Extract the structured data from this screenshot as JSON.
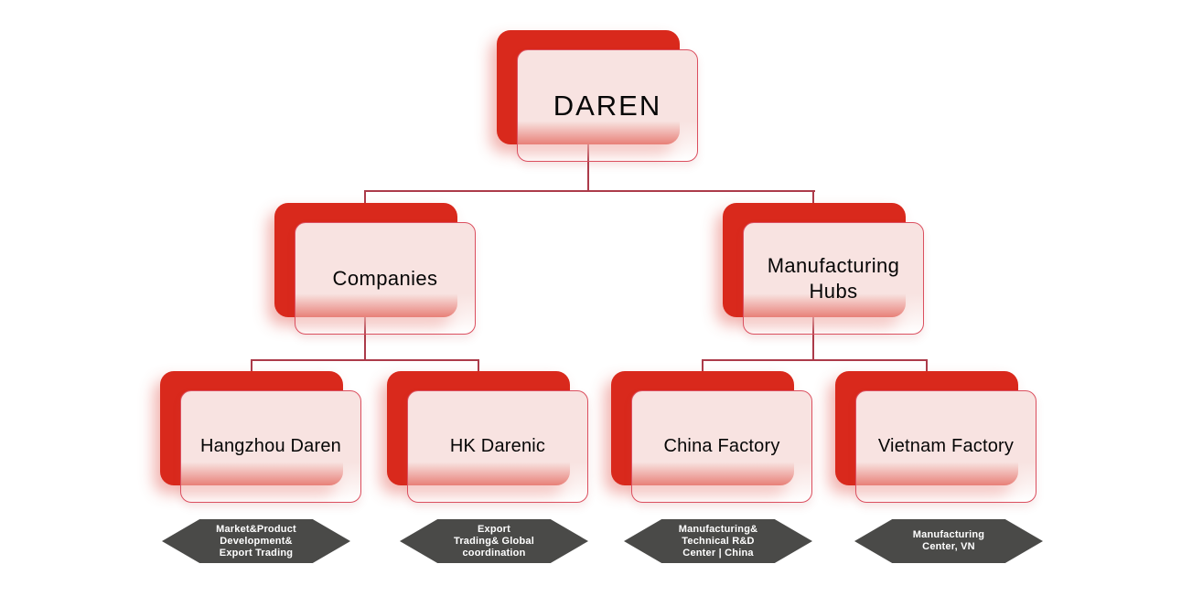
{
  "org": {
    "root": {
      "label": "DAREN"
    },
    "branches": [
      {
        "label": "Companies",
        "children": [
          {
            "label": "Hangzhou Daren"
          },
          {
            "label": "HK Darenic"
          }
        ]
      },
      {
        "label": "Manufacturing Hubs",
        "children": [
          {
            "label": "China Factory"
          },
          {
            "label": "Vietnam Factory"
          }
        ]
      }
    ],
    "role_tags": [
      {
        "lines": [
          "Market&Product",
          "Development&",
          "Export Trading"
        ]
      },
      {
        "lines": [
          "Export",
          "Trading& Global",
          "coordination"
        ]
      },
      {
        "lines": [
          "Manufacturing&",
          "Technical R&D",
          "Center | China"
        ]
      },
      {
        "lines": [
          "Manufacturing",
          "Center, VN"
        ]
      }
    ]
  },
  "colors": {
    "accent_panel_red": "#D9291C",
    "card_border": "#DB4F5F",
    "card_fill": "#F8E3E1",
    "connector": "#AC3B4A",
    "tag_background": "#4A4A48",
    "tag_text": "#FFFFFF",
    "node_text": "#060606",
    "page_background": "#FFFFFF"
  }
}
